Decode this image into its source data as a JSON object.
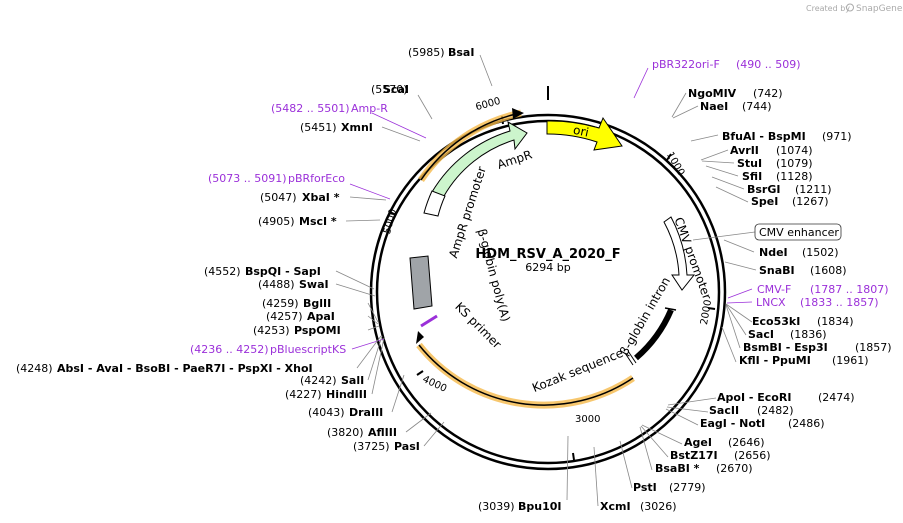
{
  "plasmid": {
    "name": "HDM_RSV_A_2020_F",
    "length": "6294 bp"
  },
  "credit": {
    "prefix": "Created by",
    "brand": "SnapGene"
  },
  "ticks": [
    "1000",
    "2000",
    "3000",
    "4000",
    "5000",
    "6000"
  ],
  "features": {
    "ori": "ori",
    "ampr": "AmpR",
    "ampr_promoter": "AmpR promoter",
    "cmv_promoter": "CMV promoter",
    "cmv_enhancer": "CMV enhancer",
    "bglobin_intron": "β-globin intron",
    "bglobin_polya": "β-globin poly(A)",
    "kozak": "Kozak sequence",
    "ks_primer": "KS primer"
  },
  "sites_left": [
    {
      "pos": "(5985)",
      "name": "BsaI"
    },
    {
      "pos": "(5570)",
      "name": "ScaI"
    },
    {
      "pos": "(5482 .. 5501)",
      "name": "Amp-R"
    },
    {
      "pos": "(5451)",
      "name": "XmnI"
    },
    {
      "pos": "(5073 .. 5091)",
      "name": "pBRforEco"
    },
    {
      "pos": "(5047)",
      "name": "XbaI *"
    },
    {
      "pos": "(4905)",
      "name": "MscI *"
    },
    {
      "pos": "(4552)",
      "name": "BspQI  - SapI"
    },
    {
      "pos": "(4488)",
      "name": "SwaI"
    },
    {
      "pos": "(4259)",
      "name": "BglII"
    },
    {
      "pos": "(4257)",
      "name": "ApaI"
    },
    {
      "pos": "(4253)",
      "name": "PspOMI"
    },
    {
      "pos": "(4236 .. 4252)",
      "name": "pBluescriptKS"
    },
    {
      "pos": "(4248)",
      "name": "AbsI   - AvaI   - BsoBI   - PaeR7I   - PspXI   - XhoI"
    },
    {
      "pos": "(4242)",
      "name": "SalI"
    },
    {
      "pos": "(4227)",
      "name": "HindIII"
    },
    {
      "pos": "(4043)",
      "name": "DraIII"
    },
    {
      "pos": "(3820)",
      "name": "AflIII"
    },
    {
      "pos": "(3725)",
      "name": "PasI"
    },
    {
      "pos": "(3039)",
      "name": "Bpu10I"
    }
  ],
  "sites_right": [
    {
      "name": "pBR322ori-F",
      "pos": "(490 .. 509)"
    },
    {
      "name": "NgoMIV",
      "pos": "(742)"
    },
    {
      "name": "NaeI",
      "pos": "(744)"
    },
    {
      "name": "BfuAI  - BspMI",
      "pos": "(971)"
    },
    {
      "name": "AvrII",
      "pos": "(1074)"
    },
    {
      "name": "StuI",
      "pos": "(1079)"
    },
    {
      "name": "SfiI",
      "pos": "(1128)"
    },
    {
      "name": "BsrGI",
      "pos": "(1211)"
    },
    {
      "name": "SpeI",
      "pos": "(1267)"
    },
    {
      "name": "NdeI",
      "pos": "(1502)"
    },
    {
      "name": "SnaBI",
      "pos": "(1608)"
    },
    {
      "name": "CMV-F",
      "pos": "(1787 .. 1807)"
    },
    {
      "name": "LNCX",
      "pos": "(1833 .. 1857)"
    },
    {
      "name": "Eco53kI",
      "pos": "(1834)"
    },
    {
      "name": "SacI",
      "pos": "(1836)"
    },
    {
      "name": "BsmBI  - Esp3I",
      "pos": "(1857)"
    },
    {
      "name": "KflI  - PpuMI",
      "pos": "(1961)"
    },
    {
      "name": "ApoI  - EcoRI",
      "pos": "(2474)"
    },
    {
      "name": "SacII",
      "pos": "(2482)"
    },
    {
      "name": "EagI  - NotI",
      "pos": "(2486)"
    },
    {
      "name": "AgeI",
      "pos": "(2646)"
    },
    {
      "name": "BstZ17I",
      "pos": "(2656)"
    },
    {
      "name": "BsaBI *",
      "pos": "(2670)"
    },
    {
      "name": "PstI",
      "pos": "(2779)"
    },
    {
      "name": "XcmI",
      "pos": "(3026)"
    }
  ],
  "colors": {
    "ori": "#ffff00",
    "ampr": "#ccf5cc",
    "primer": "#9b30d9",
    "orf_glow": "#f5b94a",
    "polya": "#a0a4a8",
    "intron": "#000000"
  }
}
